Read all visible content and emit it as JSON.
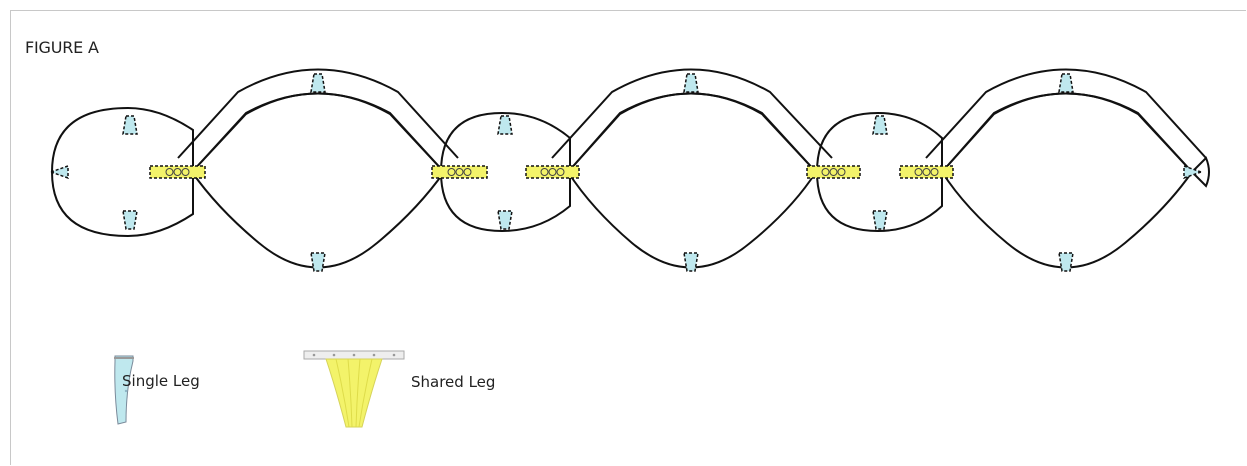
{
  "figure": {
    "title": "FIGURE A"
  },
  "legend": {
    "single": {
      "label": "Single Leg",
      "color": "#bfe8ee"
    },
    "shared": {
      "label": "Shared Leg",
      "color": "#f3f36a"
    }
  },
  "colors": {
    "outline": "#111111",
    "single_leg": "#bfe8ee",
    "shared_leg": "#f3f36a"
  }
}
